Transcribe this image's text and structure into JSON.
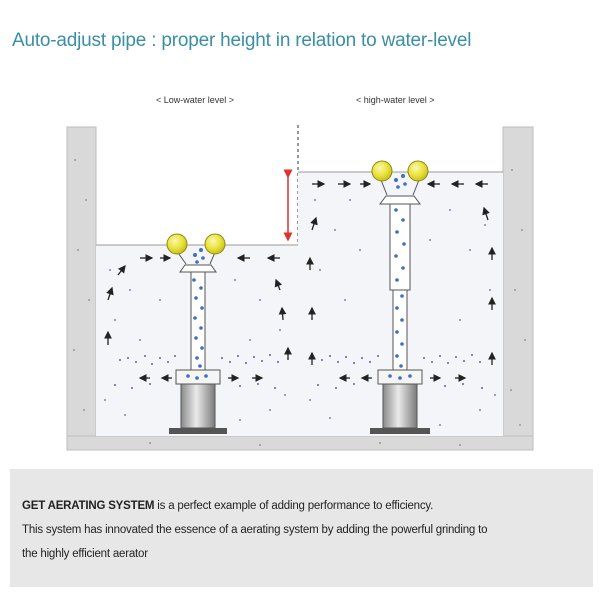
{
  "title": "Auto-adjust pipe : proper height in relation to water-level",
  "labels": {
    "low": "< Low-water level >",
    "high": "< high-water level >"
  },
  "description": {
    "line1_bold": "GET AERATING SYSTEM",
    "line1_rest": " is a perfect example of adding performance to efficiency.",
    "line2": "This system has innovated the essence of a aerating system by adding the powerful grinding to",
    "line3": "the highly efficient aerator"
  },
  "colors": {
    "title": "#3a8fa6",
    "tank_wall": "#d9d9d9",
    "float": "#e9e23a",
    "bubble": "#3f6fc0",
    "arrow_red": "#e03030",
    "info_bg": "#e7e7e7"
  }
}
